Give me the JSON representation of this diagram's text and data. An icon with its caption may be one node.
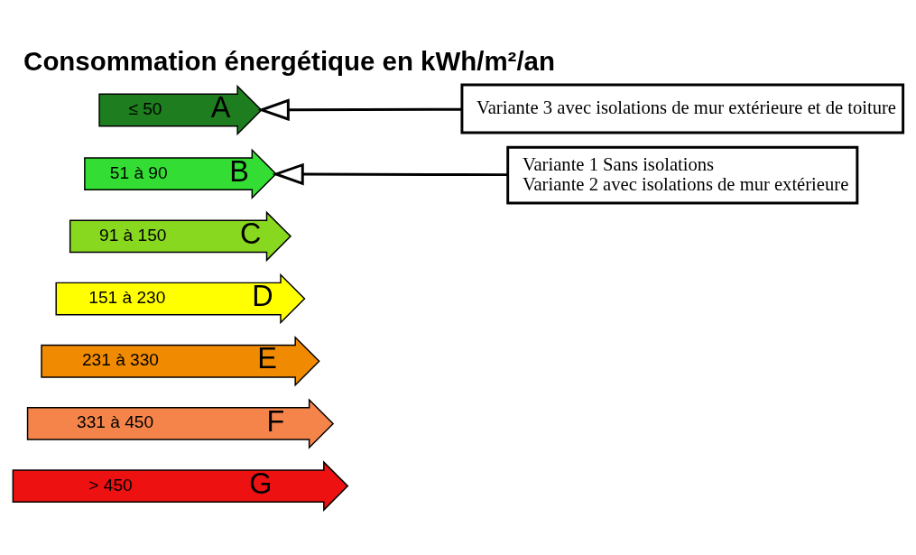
{
  "diagram": {
    "title": "Consommation énergétique en kWh/m²/an",
    "nodes": [
      {
        "text": [
          "≤ 50",
          "A"
        ]
      },
      {
        "text": [
          "51 à 90",
          "B"
        ]
      },
      {
        "text": [
          "91 à 150",
          "C"
        ]
      },
      {
        "text": [
          "151 à 230",
          "D"
        ]
      },
      {
        "text": [
          "231 à 330",
          "E"
        ]
      },
      {
        "text": [
          "331 à 450",
          "F"
        ]
      },
      {
        "text": [
          "> 450",
          "G"
        ]
      },
      {
        "text": [
          "Variante 3 avec isolations de mur extérieure et de toiture"
        ]
      },
      {
        "text": [
          "Variante 1 Sans isolations",
          "Variante 2 avec isolations de mur extérieure"
        ]
      }
    ],
    "edges": [
      {
        "from": 7,
        "to": 0,
        "arrow": "to"
      },
      {
        "from": 8,
        "to": 1,
        "arrow": "to"
      }
    ]
  }
}
